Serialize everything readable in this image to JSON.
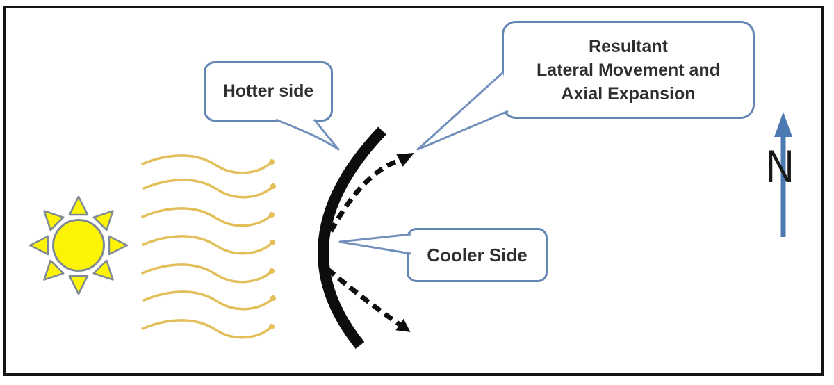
{
  "callouts": {
    "hotter": {
      "label": "Hotter side"
    },
    "resultant": {
      "line1": "Resultant",
      "line2": "Lateral Movement and",
      "line3": "Axial Expansion"
    },
    "cooler": {
      "label": "Cooler Side"
    }
  },
  "compass": {
    "label": "N"
  },
  "icons": {
    "sun": "sun-icon",
    "heat_waves": "heat-waves-icon",
    "bent_beam": "bent-beam-curve",
    "upper_movement_arrow": "dashed-arrow-up-right-icon",
    "lower_movement_arrow": "dashed-arrow-down-right-icon",
    "north_arrow": "north-arrow-icon"
  },
  "colors": {
    "callout_border": "#6286b4",
    "callout_tail": "#7191bc",
    "north_arrow": "#4d79b2",
    "sun_fill": "#fdf304",
    "sun_outline": "#7f8a95",
    "heat_wave": "#e2bf58",
    "beam": "#0d0d0d",
    "frame": "#141414",
    "text": "#2f2f2f"
  }
}
